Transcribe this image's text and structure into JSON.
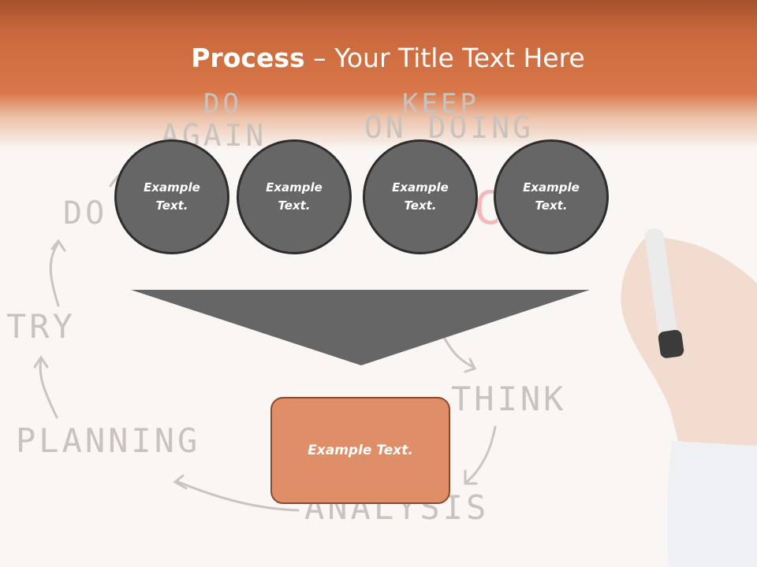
{
  "slide": {
    "title_bold": "Process",
    "title_rest": " – Your Title Text Here"
  },
  "background_sketch": {
    "words": [
      "DO",
      "AGAIN",
      "KEEP",
      "ON DOING",
      "DO",
      "TRY",
      "PLANNING",
      "THINK",
      "ANALYSIS",
      "SUCCESS"
    ]
  },
  "circles": [
    {
      "line1": "Example",
      "line2": "Text."
    },
    {
      "line1": "Example",
      "line2": "Text."
    },
    {
      "line1": "Example",
      "line2": "Text."
    },
    {
      "line1": "Example",
      "line2": "Text."
    }
  ],
  "result": {
    "label": "Example Text."
  },
  "colors": {
    "header": "#d9784a",
    "circle_fill": "#666666",
    "funnel": "#666666",
    "result_fill": "#df8e68"
  }
}
